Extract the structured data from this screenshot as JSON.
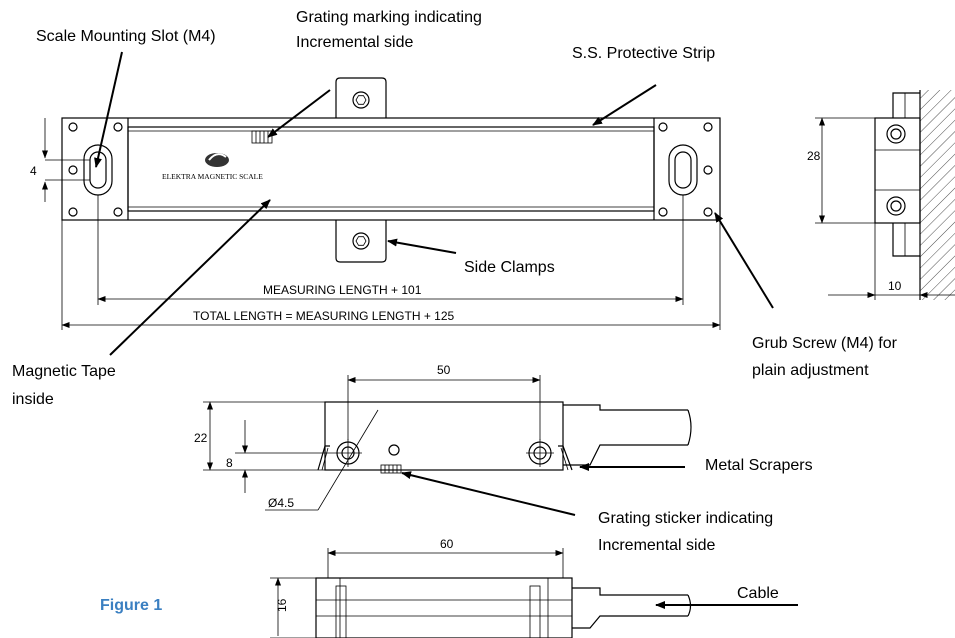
{
  "labels": {
    "scale_mounting_slot": "Scale Mounting Slot (M4)",
    "grating_marking_line1": "Grating marking indicating",
    "grating_marking_line2": "Incremental side",
    "protective_strip": "S.S. Protective Strip",
    "side_clamps": "Side Clamps",
    "grub_screw_line1": "Grub Screw (M4) for",
    "grub_screw_line2": "plain adjustment",
    "magnetic_tape_line1": "Magnetic Tape",
    "magnetic_tape_line2": "inside",
    "metal_scrapers": "Metal Scrapers",
    "grating_sticker_line1": "Grating sticker indicating",
    "grating_sticker_line2": "Incremental side",
    "cable": "Cable",
    "figure": "Figure 1",
    "logo_text": "ELEKTRA MAGNETIC SCALE"
  },
  "dimensions": {
    "measuring_length": "MEASURING LENGTH + 101",
    "total_length": "TOTAL LENGTH = MEASURING LENGTH + 125",
    "slot_height": "4",
    "side_height": "28",
    "side_width": "10",
    "head_spacing": "50",
    "head_height": "22",
    "hole_height": "8",
    "hole_dia": "Ø4.5",
    "bottom_spacing": "60",
    "bottom_height": "16"
  },
  "colors": {
    "figure_label": "#3a7fc1"
  }
}
